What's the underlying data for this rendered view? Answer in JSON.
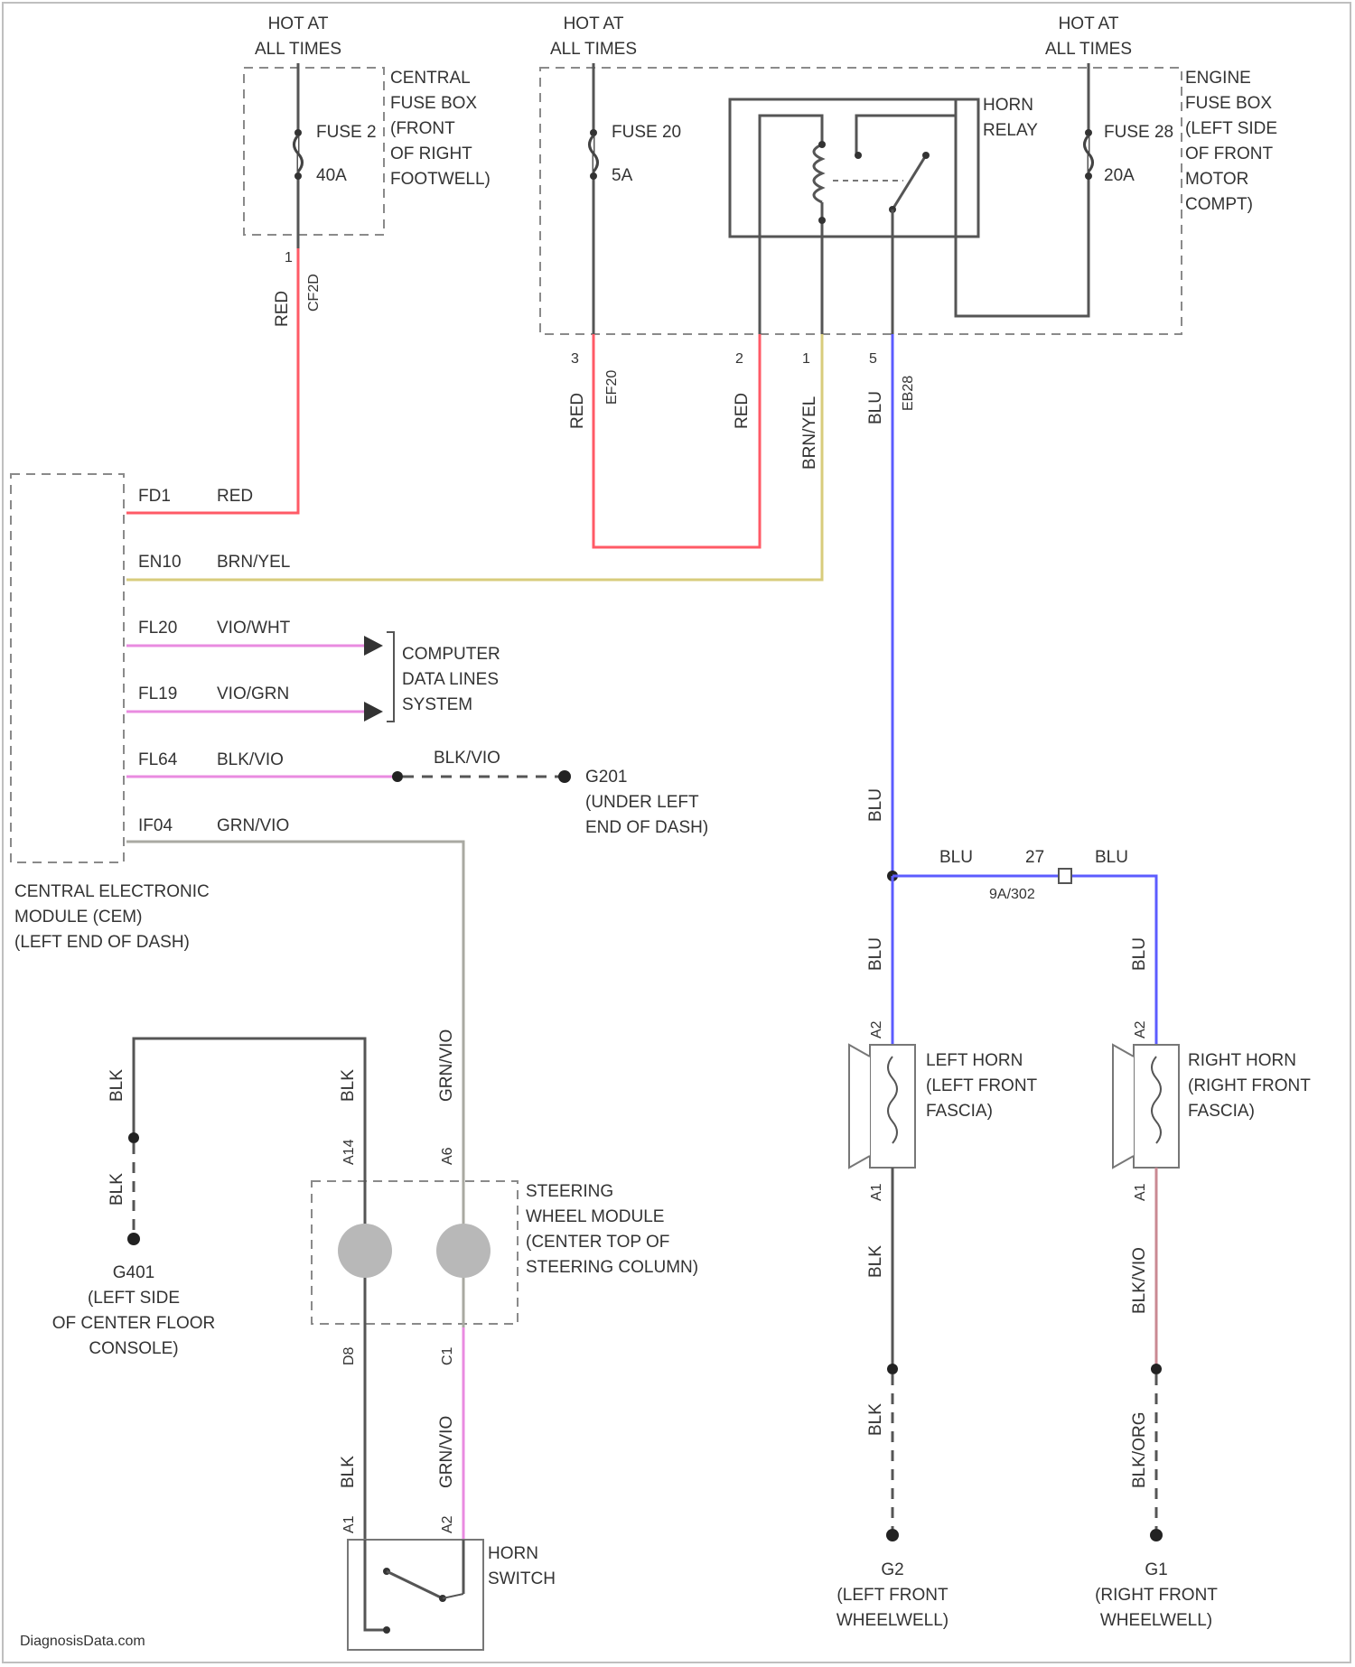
{
  "hot_label": [
    "HOT AT",
    "ALL TIMES"
  ],
  "central_fuse_box": {
    "label": [
      "CENTRAL",
      "FUSE BOX",
      "(FRONT",
      "OF RIGHT",
      "FOOTWELL)"
    ],
    "fuse_name": "FUSE 2",
    "fuse_rating": "40A",
    "pin": "1",
    "wire_color": "RED",
    "wire_id": "CF2D"
  },
  "engine_fuse_box": {
    "label": [
      "ENGINE",
      "FUSE BOX",
      "(LEFT SIDE",
      "OF FRONT",
      "MOTOR",
      "COMPT)"
    ],
    "fuse20_name": "FUSE 20",
    "fuse20_rating": "5A",
    "fuse28_name": "FUSE 28",
    "fuse28_rating": "20A",
    "relay_label": [
      "HORN",
      "RELAY"
    ],
    "pin1": "3",
    "pin2": "2",
    "pin3": "1",
    "pin4": "5",
    "wire1_color": "RED",
    "wire1_id": "EF20",
    "wire2_color": "RED",
    "wire3_color": "BRN/YEL",
    "wire4_color": "BLU",
    "wire4_id": "EB28"
  },
  "cem": {
    "label": [
      "CENTRAL ELECTRONIC",
      "MODULE (CEM)",
      "(LEFT END OF DASH)"
    ],
    "pins": [
      {
        "pin": "FD1",
        "color": "RED"
      },
      {
        "pin": "EN10",
        "color": "BRN/YEL"
      },
      {
        "pin": "FL20",
        "color": "VIO/WHT"
      },
      {
        "pin": "FL19",
        "color": "VIO/GRN"
      },
      {
        "pin": "FL64",
        "color": "BLK/VIO"
      },
      {
        "pin": "IF04",
        "color": "GRN/VIO"
      }
    ]
  },
  "data_lines": [
    "COMPUTER",
    "DATA LINES",
    "SYSTEM"
  ],
  "g201": {
    "wire_color": "BLK/VIO",
    "label": [
      "G201",
      "(UNDER LEFT",
      "END OF DASH)"
    ]
  },
  "splice": {
    "left_color": "BLU",
    "right_color": "BLU",
    "pin": "27",
    "id": "9A/302"
  },
  "left_horn": {
    "label": [
      "LEFT HORN",
      "(LEFT FRONT",
      "FASCIA)"
    ],
    "in_pin": "A2",
    "out_pin": "A1",
    "wire_in": "BLU",
    "wire_out": "BLK",
    "wire_gnd": "BLK",
    "ground": [
      "G2",
      "(LEFT FRONT",
      "WHEELWELL)"
    ]
  },
  "right_horn": {
    "label": [
      "RIGHT HORN",
      "(RIGHT FRONT",
      "FASCIA)"
    ],
    "in_pin": "A2",
    "out_pin": "A1",
    "wire_in": "BLU",
    "wire_out": "BLK/VIO",
    "wire_gnd": "BLK/ORG",
    "ground": [
      "G1",
      "(RIGHT FRONT",
      "WHEELWELL)"
    ]
  },
  "steering": {
    "label": [
      "STEERING",
      "WHEEL MODULE",
      "(CENTER TOP OF",
      "STEERING COLUMN)"
    ],
    "pin_top_left": "A14",
    "pin_top_right": "A6",
    "pin_bot_left": "D8",
    "pin_bot_right": "C1",
    "wire_top_left": "BLK",
    "wire_top_right": "GRN/VIO",
    "wire_bot_left": "BLK",
    "wire_bot_right": "GRN/VIO"
  },
  "g401": {
    "wire_top": "BLK",
    "wire_bot": "BLK",
    "label": [
      "G401",
      "(LEFT SIDE",
      "OF CENTER FLOOR",
      "CONSOLE)"
    ]
  },
  "horn_switch": {
    "label": [
      "HORN",
      "SWITCH"
    ],
    "pin_left": "A1",
    "pin_right": "A2"
  },
  "watermark": "DiagnosisData.com",
  "colors": {
    "red": "#ff5a66",
    "yellow": "#d8cc7c",
    "blue": "#5c5cff",
    "violet": "#e98be0",
    "gray": "#a9a9a2",
    "black": "#555555"
  }
}
